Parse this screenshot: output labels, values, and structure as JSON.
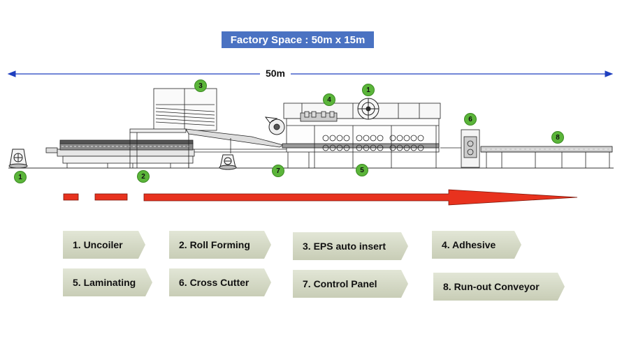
{
  "header": {
    "title": "Factory Space : 50m x 15m"
  },
  "dimension": {
    "label": "50m"
  },
  "markers": [
    "1",
    "2",
    "3",
    "4",
    "1",
    "6",
    "8",
    "7",
    "5"
  ],
  "legend": [
    "1. Uncoiler",
    "2. Roll Forming",
    "3. EPS auto insert",
    "4. Adhesive",
    "5. Laminating",
    "6. Cross Cutter",
    "7. Control Panel",
    "8. Run-out Conveyor"
  ],
  "colors": {
    "title_bg": "#4a72c2",
    "marker_fill": "#5bb53a",
    "flow_arrow": "#e8321e",
    "tag_fill": "#d6dac6"
  }
}
